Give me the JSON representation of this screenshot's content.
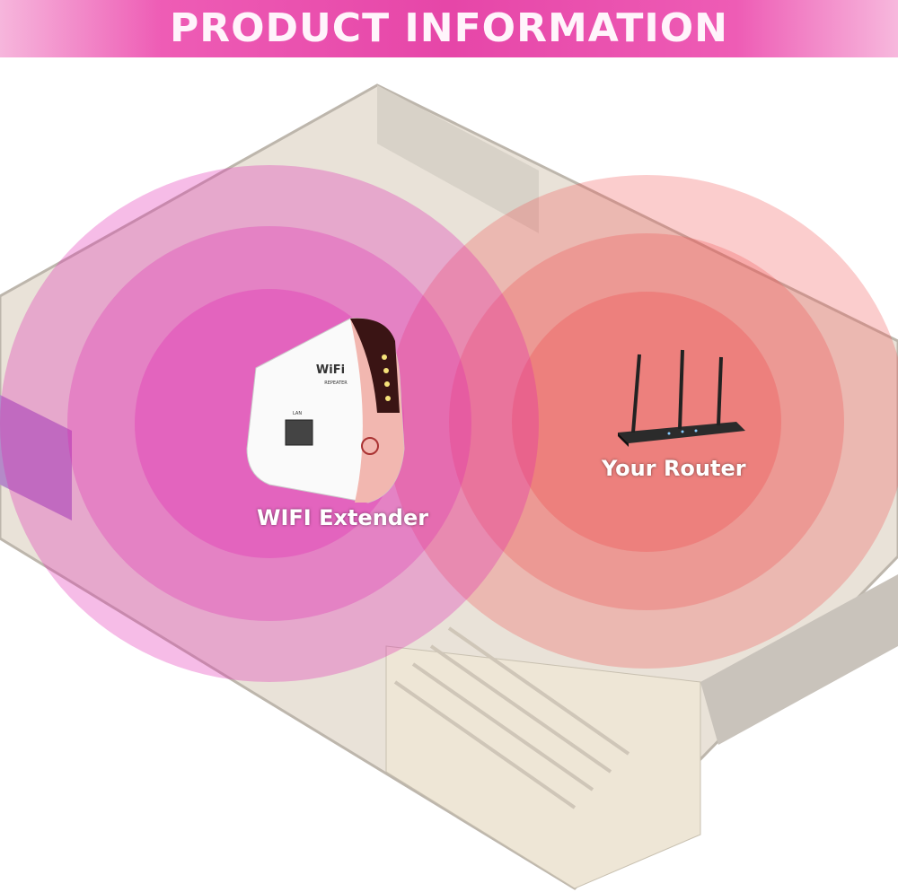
{
  "header": {
    "title": "PRODUCT INFORMATION"
  },
  "labels": {
    "extender": "WIFI Extender",
    "router": "Your Router"
  },
  "device": {
    "brand_mark": "WiFi",
    "sub_mark": "REPEATER",
    "port_label": "LAN"
  },
  "colors": {
    "banner": "#e646a8",
    "extender_signal": "#e020b0",
    "router_signal": "#f04a4a",
    "extender_body": "#ffffff",
    "extender_panel": "#f2b7b0"
  }
}
